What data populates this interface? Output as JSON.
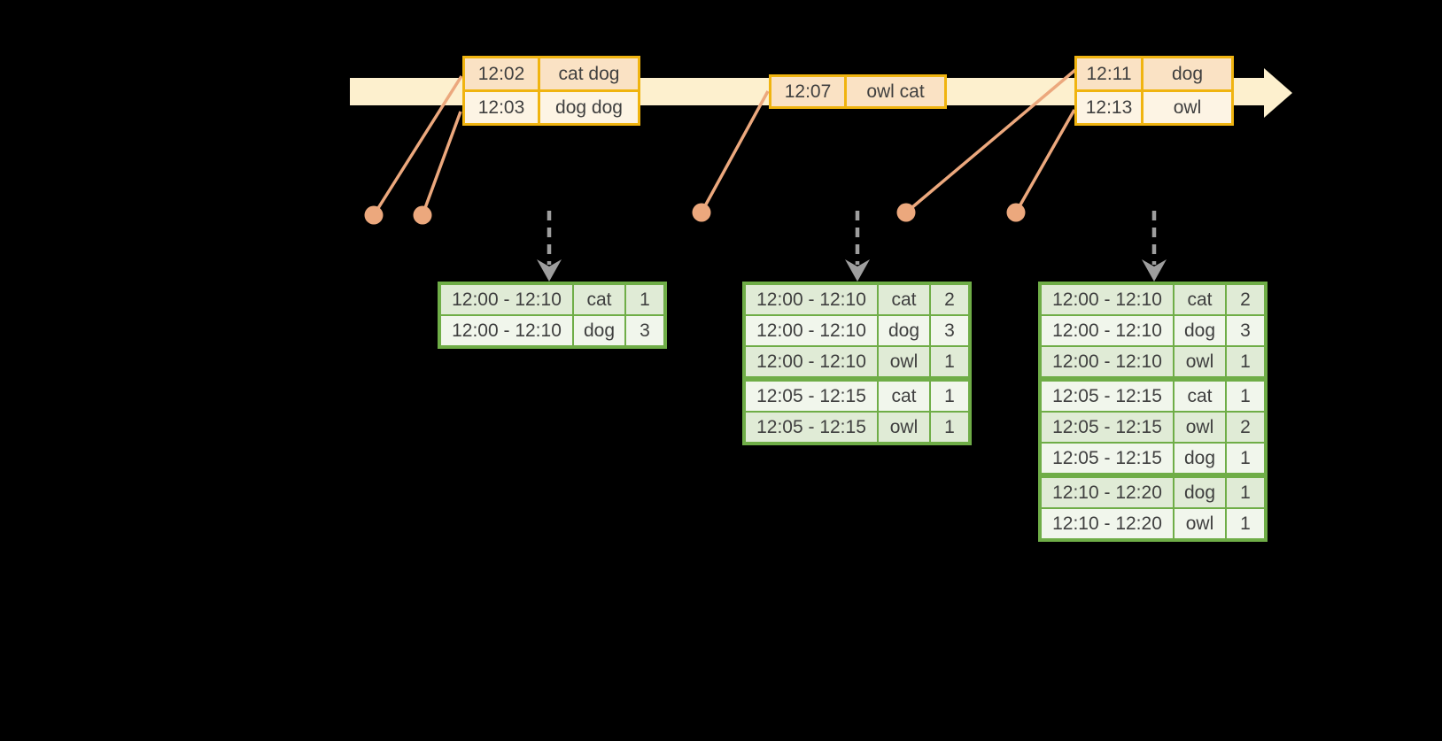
{
  "colors": {
    "background": "#000000",
    "timeline_fill": "#FDF0CE",
    "event_border": "#F0B410",
    "event_row_dark": "#FAE2C4",
    "event_row_light": "#FDF4E4",
    "marker": "#ECA87D",
    "arrow_gray": "#9E9E9E",
    "table_border": "#6FAD47",
    "table_row_dark": "#E0EBD6",
    "table_row_light": "#F1F6EC",
    "text": "#3F3F3F"
  },
  "icons": {
    "timeline_arrow": "right-arrow",
    "trigger_arrow": "dashed-down-arrow",
    "event_marker": "dot-with-leader-line"
  },
  "timeline": {
    "events": [
      {
        "rows": [
          {
            "time": "12:02",
            "words": "cat dog"
          },
          {
            "time": "12:03",
            "words": "dog dog"
          }
        ]
      },
      {
        "rows": [
          {
            "time": "12:07",
            "words": "owl cat"
          }
        ]
      },
      {
        "rows": [
          {
            "time": "12:11",
            "words": "dog"
          },
          {
            "time": "12:13",
            "words": "owl"
          }
        ]
      }
    ]
  },
  "result_tables": [
    {
      "rows": [
        {
          "window": "12:00 - 12:10",
          "word": "cat",
          "count": "1"
        },
        {
          "window": "12:00 - 12:10",
          "word": "dog",
          "count": "3"
        }
      ]
    },
    {
      "rows": [
        {
          "window": "12:00 - 12:10",
          "word": "cat",
          "count": "2"
        },
        {
          "window": "12:00 - 12:10",
          "word": "dog",
          "count": "3"
        },
        {
          "window": "12:00 - 12:10",
          "word": "owl",
          "count": "1"
        },
        {
          "window": "12:05 - 12:15",
          "word": "cat",
          "count": "1"
        },
        {
          "window": "12:05 - 12:15",
          "word": "owl",
          "count": "1"
        }
      ]
    },
    {
      "rows": [
        {
          "window": "12:00 - 12:10",
          "word": "cat",
          "count": "2"
        },
        {
          "window": "12:00 - 12:10",
          "word": "dog",
          "count": "3"
        },
        {
          "window": "12:00 - 12:10",
          "word": "owl",
          "count": "1"
        },
        {
          "window": "12:05 - 12:15",
          "word": "cat",
          "count": "1"
        },
        {
          "window": "12:05 - 12:15",
          "word": "owl",
          "count": "2"
        },
        {
          "window": "12:05 - 12:15",
          "word": "dog",
          "count": "1"
        },
        {
          "window": "12:10 - 12:20",
          "word": "dog",
          "count": "1"
        },
        {
          "window": "12:10 - 12:20",
          "word": "owl",
          "count": "1"
        }
      ]
    }
  ]
}
